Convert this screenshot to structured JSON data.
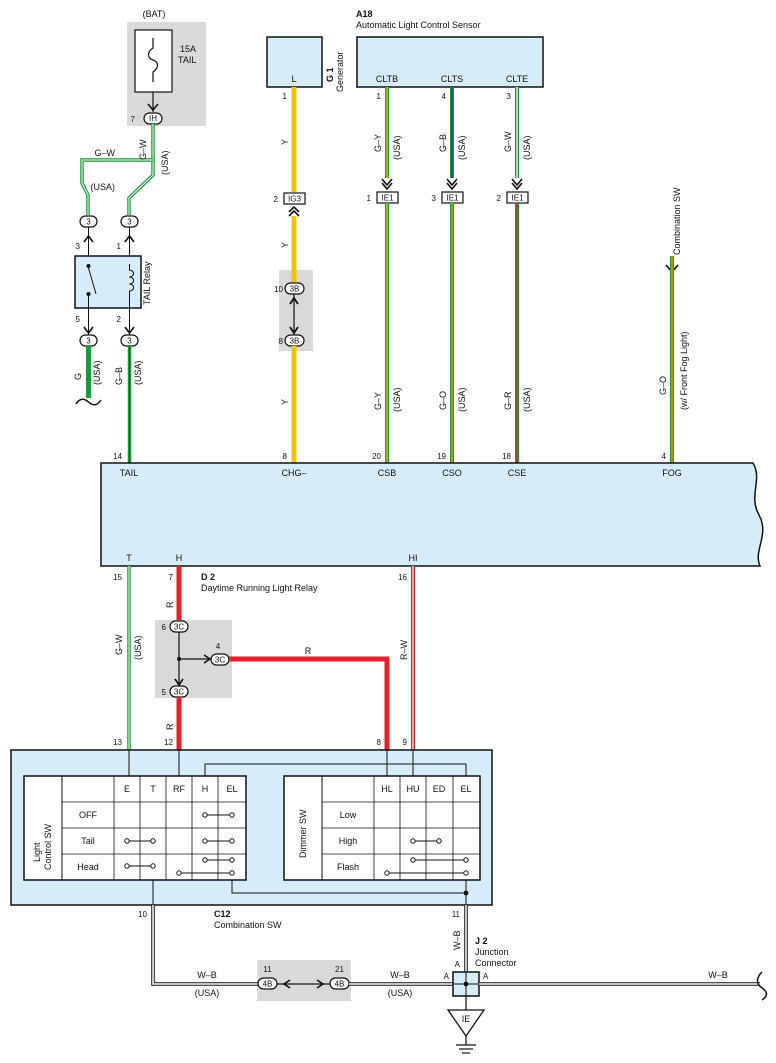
{
  "colors": {
    "yellow": "#f5c400",
    "green": "#1a9a3a",
    "red": "#e41e2b",
    "ecu_fill": "#d6ecf8",
    "gray_box": "#d9d9d9"
  },
  "bat": {
    "label": "(BAT)",
    "fuse_rating": "15A",
    "fuse_name": "TAIL",
    "conn_pin": "7",
    "conn": "IH"
  },
  "wires": {
    "g_w": "G–W",
    "g_w2": "G–W",
    "usa": "(USA)",
    "usa2": "(USA)",
    "g": "G",
    "g_b": "G–B",
    "y": "Y",
    "y2": "Y",
    "y3": "Y",
    "g_y": "G–Y",
    "g_b2": "G–B",
    "g_w3": "G–W",
    "g_y2": "G–Y",
    "g_o": "G–O",
    "g_r": "G–R",
    "g_o2": "G–O",
    "fog_note": "(w/ Front Fog Light)",
    "g_w4": "G–W",
    "r": "R",
    "r2": "R",
    "r3": "R",
    "r_w": "R–W",
    "w_b": "W–B",
    "w_b2": "W–B",
    "w_b3": "W–B",
    "w_b4": "W–B"
  },
  "tail_relay": {
    "label": "TAIL Relay",
    "pin3": "3",
    "pin1": "1",
    "pin5": "5",
    "pin2": "2",
    "conn": "3"
  },
  "generator": {
    "id": "G 1",
    "name": "Generator",
    "terminal": "L",
    "pin": "1",
    "ig3": "IG3",
    "ig3_pin": "2"
  },
  "jc_3b": {
    "conn": "3B",
    "pin_top": "10",
    "pin_bot": "8"
  },
  "sensor": {
    "id": "A18",
    "name": "Automatic Light Control Sensor",
    "terminals": [
      "CLTB",
      "CLTS",
      "CLTE"
    ],
    "pins": [
      "1",
      "4",
      "3"
    ],
    "ie1": "IE1",
    "ie1_pins": [
      "1",
      "3",
      "2"
    ]
  },
  "comb_sw_top": "Combination SW",
  "ecu": {
    "top_pins": [
      "14",
      "8",
      "20",
      "19",
      "18",
      "4"
    ],
    "top_terms": [
      "TAIL",
      "CHG–",
      "CSB",
      "CSO",
      "CSE",
      "FOG"
    ],
    "bot_terms": [
      "T",
      "H",
      "HI"
    ],
    "bot_pins": [
      "15",
      "7",
      "16"
    ]
  },
  "drl": {
    "id": "D 2",
    "name": "Daytime Running Light Relay"
  },
  "jc_3c": {
    "conn": "3C",
    "pin6": "6",
    "pin4": "4",
    "pin5": "5"
  },
  "c12": {
    "pin13": "13",
    "pin12": "12",
    "pin8": "8",
    "pin9": "9",
    "pin10": "10",
    "pin11": "11",
    "id": "C12",
    "name": "Combination SW"
  },
  "light_sw": {
    "title_1": "Light",
    "title_2": "Control SW",
    "cols": [
      "E",
      "T",
      "RF",
      "H",
      "EL"
    ],
    "rows": [
      "OFF",
      "Tail",
      "Head"
    ]
  },
  "dimmer_sw": {
    "title": "Dimmer SW",
    "cols": [
      "HL",
      "HU",
      "ED",
      "EL"
    ],
    "rows": [
      "Low",
      "High",
      "Flash"
    ]
  },
  "jc_4b": {
    "conn": "4B",
    "pin11": "11",
    "pin21": "21"
  },
  "j2": {
    "id": "J 2",
    "name_1": "Junction",
    "name_2": "Connector",
    "pin_a": "A",
    "pin_a2": "A",
    "pin_a3": "A"
  },
  "ground": {
    "label": "IE"
  }
}
